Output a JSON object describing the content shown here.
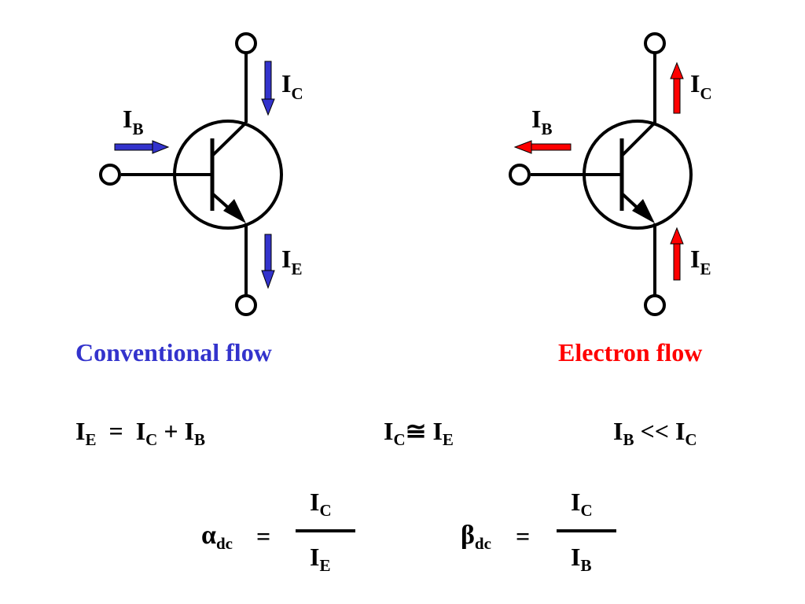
{
  "colors": {
    "conventional": "#3333CC",
    "electron": "#FF0000",
    "wire": "#000000"
  },
  "labels": {
    "current_letter": "I",
    "sub_collector": "C",
    "sub_base": "B",
    "sub_emitter": "E"
  },
  "captions": {
    "conventional": "Conventional flow",
    "electron": "Electron flow"
  },
  "equations": {
    "eq1": {
      "lhs_sub": "E",
      "op1": "=",
      "t1_sub": "C",
      "op2": "+",
      "t2_sub": "B"
    },
    "eq2": {
      "lhs_sub": "C",
      "op": "≅",
      "rhs_sub": "E"
    },
    "eq3": {
      "lhs_sub": "B",
      "op": "<<",
      "rhs_sub": "C"
    }
  },
  "ratios": {
    "alpha": {
      "symbol": "α",
      "sub": "dc",
      "eq": "=",
      "num_sub": "C",
      "den_sub": "E"
    },
    "beta": {
      "symbol": "β",
      "sub": "dc",
      "eq": "=",
      "num_sub": "C",
      "den_sub": "B"
    }
  }
}
